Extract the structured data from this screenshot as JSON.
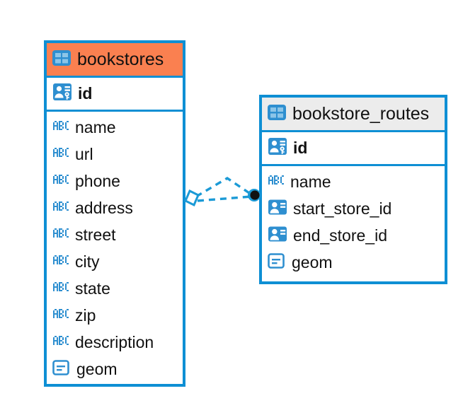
{
  "diagram": {
    "title": "bookstores / bookstore_routes ER diagram",
    "colors": {
      "entity_border": "#0e8fd4",
      "header_highlight": "#fa8050",
      "header_default": "#ececec",
      "icon_blue": "#2e8fd0",
      "connector": "#1b9ad6",
      "endpoint_dot": "#111111",
      "text": "#111111"
    },
    "entities": [
      {
        "name": "bookstores",
        "header_style": "orange",
        "table_icon": "table-icon",
        "primary_keys": [
          {
            "label": "id",
            "icon": "primary-key-icon",
            "bold": true
          }
        ],
        "fields": [
          {
            "label": "name",
            "icon": "abc-text-icon"
          },
          {
            "label": "url",
            "icon": "abc-text-icon"
          },
          {
            "label": "phone",
            "icon": "abc-text-icon"
          },
          {
            "label": "address",
            "icon": "abc-text-icon"
          },
          {
            "label": "street",
            "icon": "abc-text-icon"
          },
          {
            "label": "city",
            "icon": "abc-text-icon"
          },
          {
            "label": "state",
            "icon": "abc-text-icon"
          },
          {
            "label": "zip",
            "icon": "abc-text-icon"
          },
          {
            "label": "description",
            "icon": "abc-text-icon"
          },
          {
            "label": "geom",
            "icon": "geometry-icon"
          }
        ]
      },
      {
        "name": "bookstore_routes",
        "header_style": "grey",
        "table_icon": "table-icon",
        "primary_keys": [
          {
            "label": "id",
            "icon": "primary-key-icon",
            "bold": true
          }
        ],
        "fields": [
          {
            "label": "name",
            "icon": "abc-text-icon"
          },
          {
            "label": "start_store_id",
            "icon": "foreign-key-icon"
          },
          {
            "label": "end_store_id",
            "icon": "foreign-key-icon"
          },
          {
            "label": "geom",
            "icon": "geometry-icon"
          }
        ]
      }
    ],
    "relationship": {
      "from": "bookstores",
      "to": "bookstore_routes",
      "line_style": "dashed",
      "source_marker": "diamond-marker",
      "target_marker": "dot-marker"
    }
  }
}
